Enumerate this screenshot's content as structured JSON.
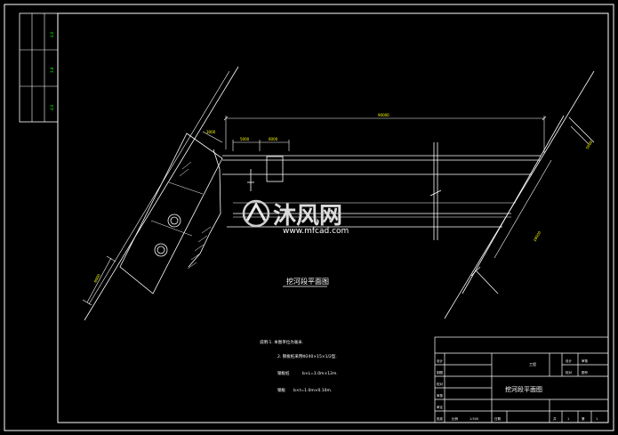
{
  "sheet": {
    "plan_title": "挖河段平面图",
    "notes_heading": "说明:1. 本图单位为毫米.",
    "note_2": "2. 钢板桩采用Φ240×15×1/2型.",
    "note_3_label": "钢板桩",
    "note_3_value": "b×L=1.0m×12m.",
    "note_4_label": "钢板",
    "note_4_value": "b×t=1.0m×0.10m."
  },
  "dimensions": {
    "top_overall": "90000",
    "top_left_a": "5000",
    "top_left_b": "6000",
    "top_side": "3000",
    "right_side": "5000",
    "right_long": "18000",
    "left_lower": "6000"
  },
  "side_table": {
    "marks": [
      "4.0",
      "3.8",
      "4.0"
    ]
  },
  "title_block": {
    "drawing_name": "挖河段平面图",
    "r1_mid": "工程",
    "r1_c1": "设计",
    "r1_c2": "审核",
    "r2_c1": "校对",
    "r2_c2": "图号",
    "left_labels": [
      "设计",
      "制图",
      "校对",
      "审核",
      "审定",
      "批准"
    ],
    "bottom_scale_label": "比例",
    "bottom_scale_value": "1:500",
    "bottom_date_label": "日期",
    "bottom_sheet_label": "共",
    "bottom_sheet_value": "1",
    "bottom_page_label": "第",
    "bottom_page_value": "1"
  },
  "watermark": {
    "brand": "沐风网",
    "url": "www.mfcad.com"
  },
  "colors": {
    "background": "#000000",
    "line": "#ffffff",
    "dimension": "#ffff00",
    "accent": "#00ff00"
  }
}
